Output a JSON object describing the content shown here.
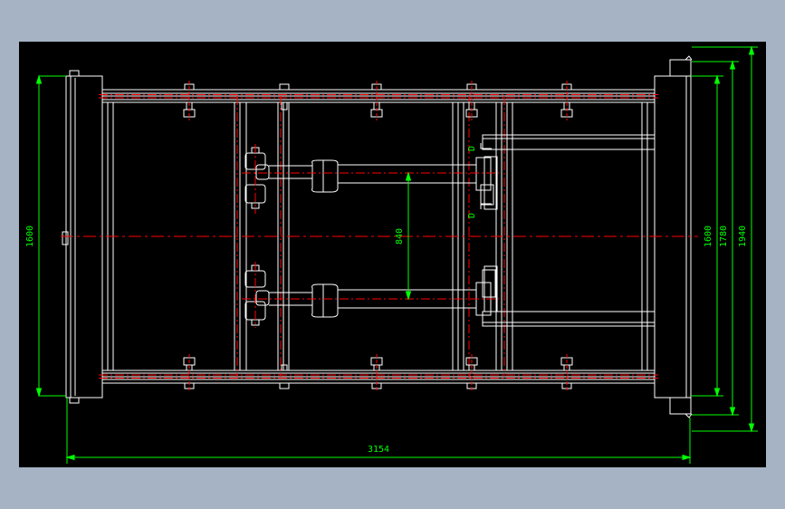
{
  "drawing": {
    "background_color": "#000000",
    "frame_color": "#a6b3c5",
    "line_color": "#ffffff",
    "dimension_color": "#00ff00",
    "centerline_color": "#ff0000",
    "dimensions": {
      "overall_length": "3154",
      "left_height": "1600",
      "cylinder_spacing": "840",
      "right_inner": "1600",
      "right_middle": "1780",
      "right_outer": "1940"
    },
    "section_marks": {
      "top": "D",
      "bottom": "D"
    }
  }
}
